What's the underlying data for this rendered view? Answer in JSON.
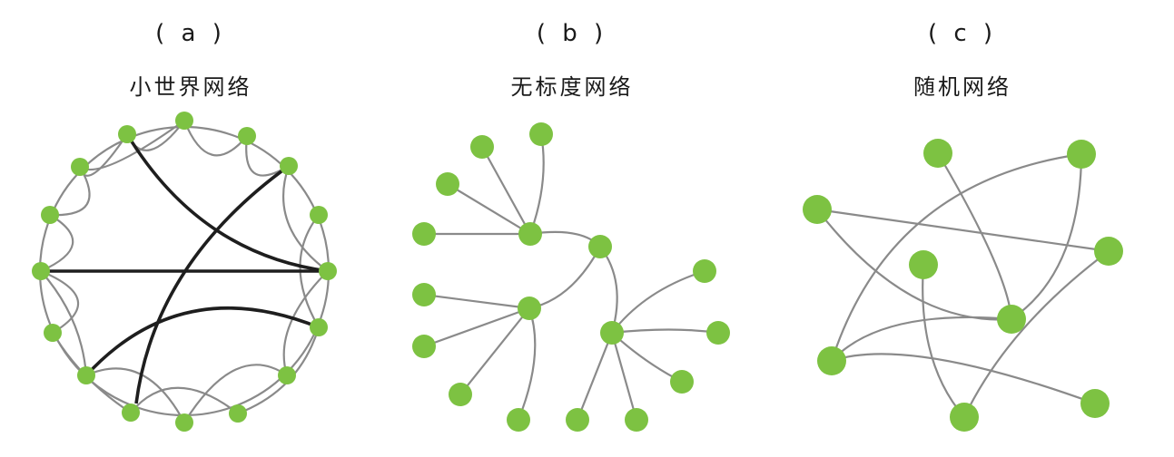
{
  "panels": [
    {
      "letter": "( a )",
      "title": "小世界网络"
    },
    {
      "letter": "( b )",
      "title": "无标度网络"
    },
    {
      "letter": "( c )",
      "title": "随机网络"
    }
  ],
  "colors": {
    "node": "#7dc242",
    "edge": "#8a8a8a",
    "strong_edge": "#1e1e1e"
  }
}
